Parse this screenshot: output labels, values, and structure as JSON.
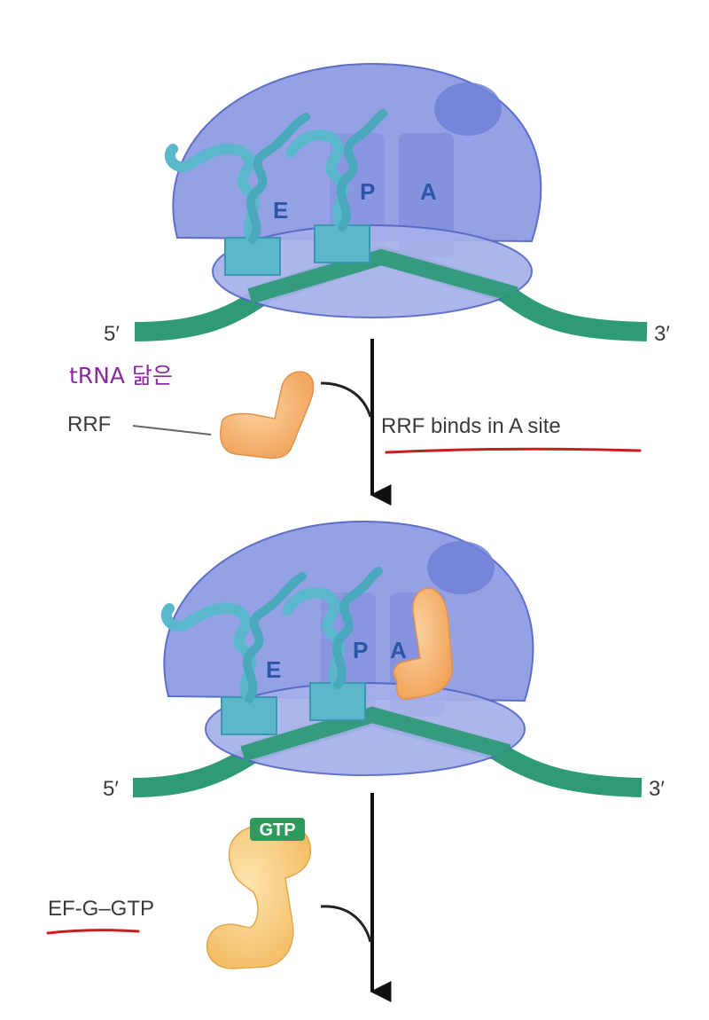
{
  "labels": {
    "five_prime": "5′",
    "three_prime": "3′",
    "site_e": "E",
    "site_p": "P",
    "site_a": "A",
    "annotation": "tRNA 닮은",
    "rrf": "RRF",
    "rrf_binds": "RRF binds in A site",
    "gtp": "GTP",
    "efg_gtp": "EF-G–GTP"
  },
  "colors": {
    "subunit_large": "#8f9ce4",
    "subunit_small": "#a6b0ea",
    "subunit_stroke": "#5567c5",
    "mrna": "#2f9a78",
    "trna": "#5bb8cc",
    "trna_dark": "#3a97ad",
    "rrf": "#f5b06b",
    "efg": "#f5c77a",
    "gtp_badge": "#2e9a5c",
    "arrow": "#111111",
    "underline_red": "#c41e1e",
    "handwriting": "#8a2aa0"
  }
}
